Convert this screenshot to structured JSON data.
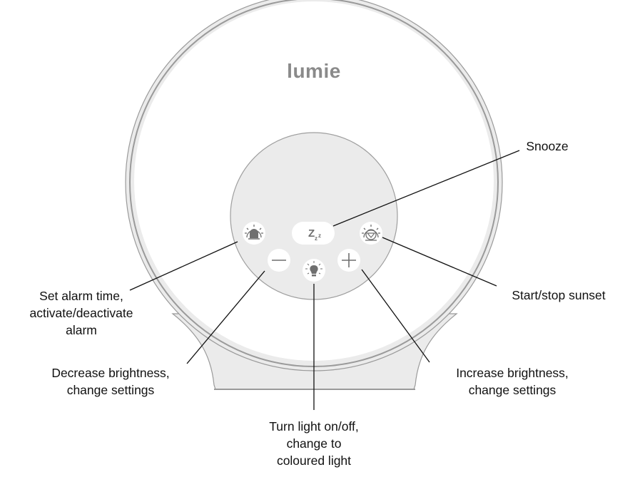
{
  "device": {
    "brand": "lumie",
    "colors": {
      "ring_outer": "#9a9a9a",
      "ring_fill": "#e6e6e6",
      "face": "#ffffff",
      "panel": "#ebebeb",
      "panel_stroke": "#9e9e9e",
      "button": "#ffffff",
      "icon": "#6f6f6f",
      "leader": "#111111",
      "stand": "#ebebeb"
    },
    "buttons": [
      {
        "id": "alarm",
        "icon": "alarm-bell-sun-icon"
      },
      {
        "id": "snooze",
        "icon": "snooze-zzz-icon",
        "glyph": "Z"
      },
      {
        "id": "sunset",
        "icon": "sunset-sun-down-icon"
      },
      {
        "id": "minus",
        "icon": "minus-icon"
      },
      {
        "id": "light",
        "icon": "lightbulb-icon"
      },
      {
        "id": "plus",
        "icon": "plus-icon"
      }
    ]
  },
  "callouts": {
    "snooze": [
      "Snooze"
    ],
    "sunset": [
      "Start/stop sunset"
    ],
    "alarm": [
      "Set alarm time,",
      "activate/deactivate",
      "alarm"
    ],
    "decrease": [
      "Decrease brightness,",
      "change settings"
    ],
    "increase": [
      "Increase brightness,",
      "change settings"
    ],
    "light": [
      "Turn light on/off,",
      "change to",
      "coloured light"
    ]
  }
}
